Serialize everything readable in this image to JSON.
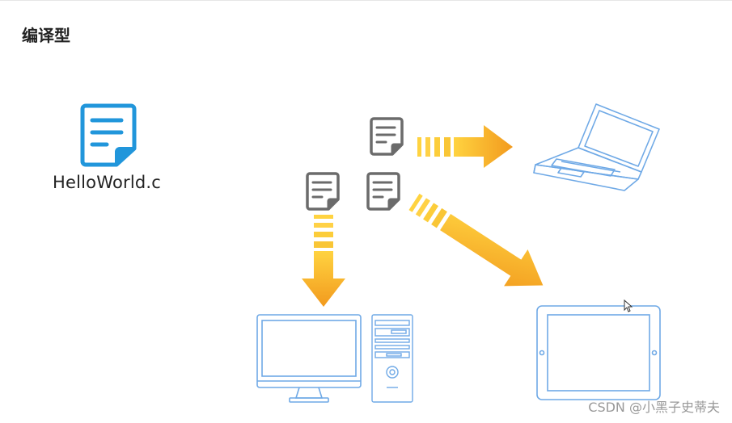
{
  "heading": "编译型",
  "source_file": {
    "label": "HelloWorld.c",
    "icon": "document-icon"
  },
  "targets": [
    {
      "name": "laptop",
      "icon": "laptop-icon"
    },
    {
      "name": "tablet",
      "icon": "tablet-icon"
    },
    {
      "name": "desktop",
      "icon": "desktop-computer-icon"
    }
  ],
  "colors": {
    "source_icon": "#2196db",
    "file_icon": "#6b6b6b",
    "arrow_light": "#ffd340",
    "arrow_dark": "#f29a1e",
    "device_stroke": "#6fa9e6"
  },
  "watermark": "CSDN @小黑子史蒂夫"
}
